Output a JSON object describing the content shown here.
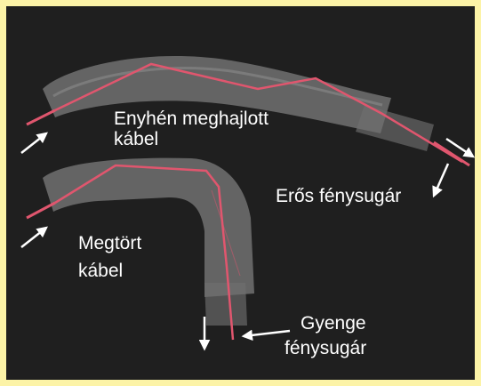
{
  "labels": {
    "slightly_bent": "Enyhén meghajlott kábel",
    "slightly_bent_line1": "Enyhén meghajlott",
    "slightly_bent_line2": "kábel",
    "broken_line1": "Megtört",
    "broken_line2": "kábel",
    "strong_beam": "Erős fénysugár",
    "weak_line1": "Gyenge",
    "weak_line2": "fénysugár"
  },
  "colors": {
    "frame": "#fcf3a7",
    "background": "#1f1f1f",
    "cable": "#6e6e6e",
    "fiber_light": "#e0566e",
    "arrow": "#ffffff"
  }
}
